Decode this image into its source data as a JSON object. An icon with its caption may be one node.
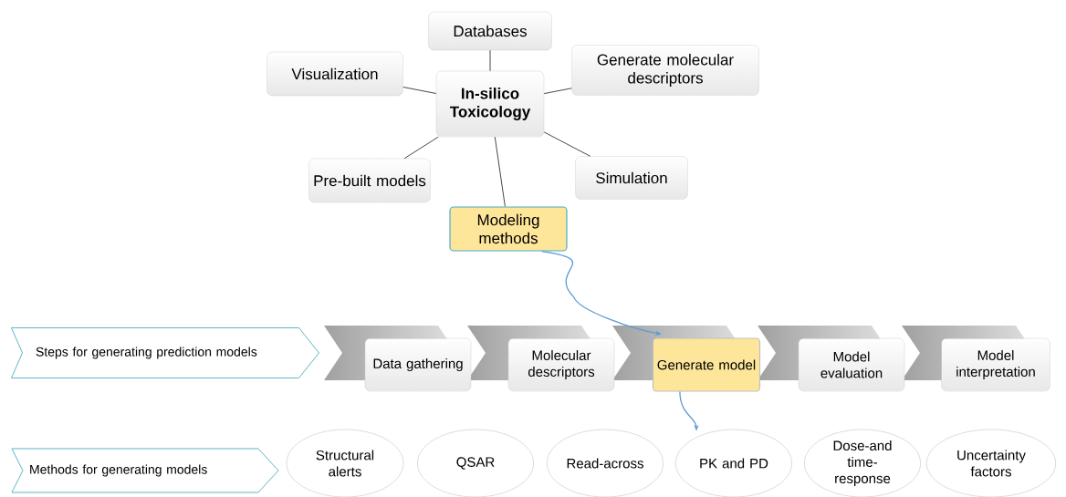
{
  "diagram": {
    "nodes": [
      {
        "text": [
          "In-silico Toxicology"
        ]
      },
      {
        "text": [
          "Databases"
        ]
      },
      {
        "text": [
          "Visualization"
        ]
      },
      {
        "text": [
          "Generate molecular descriptors"
        ]
      },
      {
        "text": [
          "Pre-built models"
        ]
      },
      {
        "text": [
          "Simulation"
        ]
      },
      {
        "text": [
          "Modeling methods"
        ]
      },
      {
        "text": [
          "Steps for generating prediction models"
        ]
      },
      {
        "text": [
          "Data gathering"
        ]
      },
      {
        "text": [
          "Molecular descriptors"
        ]
      },
      {
        "text": [
          "Generate model"
        ]
      },
      {
        "text": [
          "Model evaluation"
        ]
      },
      {
        "text": [
          "Model interpretation"
        ]
      },
      {
        "text": [
          "Methods for generating models"
        ]
      },
      {
        "text": [
          "Structural alerts"
        ]
      },
      {
        "text": [
          "QSAR"
        ]
      },
      {
        "text": [
          "Read-across"
        ]
      },
      {
        "text": [
          "PK and PD"
        ]
      },
      {
        "text": [
          "Dose-and time-response"
        ]
      },
      {
        "text": [
          "Uncertainty factors"
        ]
      }
    ],
    "edges": [
      {
        "from": 0,
        "to": 1,
        "arrow": "none"
      },
      {
        "from": 0,
        "to": 2,
        "arrow": "none"
      },
      {
        "from": 0,
        "to": 3,
        "arrow": "none"
      },
      {
        "from": 0,
        "to": 4,
        "arrow": "none"
      },
      {
        "from": 0,
        "to": 5,
        "arrow": "none"
      },
      {
        "from": 0,
        "to": 6,
        "arrow": "none"
      },
      {
        "from": 6,
        "to": 10,
        "arrow": "to",
        "color": "#5b9bd5"
      },
      {
        "from": 10,
        "to": 17,
        "arrow": "to",
        "color": "#5b9bd5"
      }
    ]
  }
}
